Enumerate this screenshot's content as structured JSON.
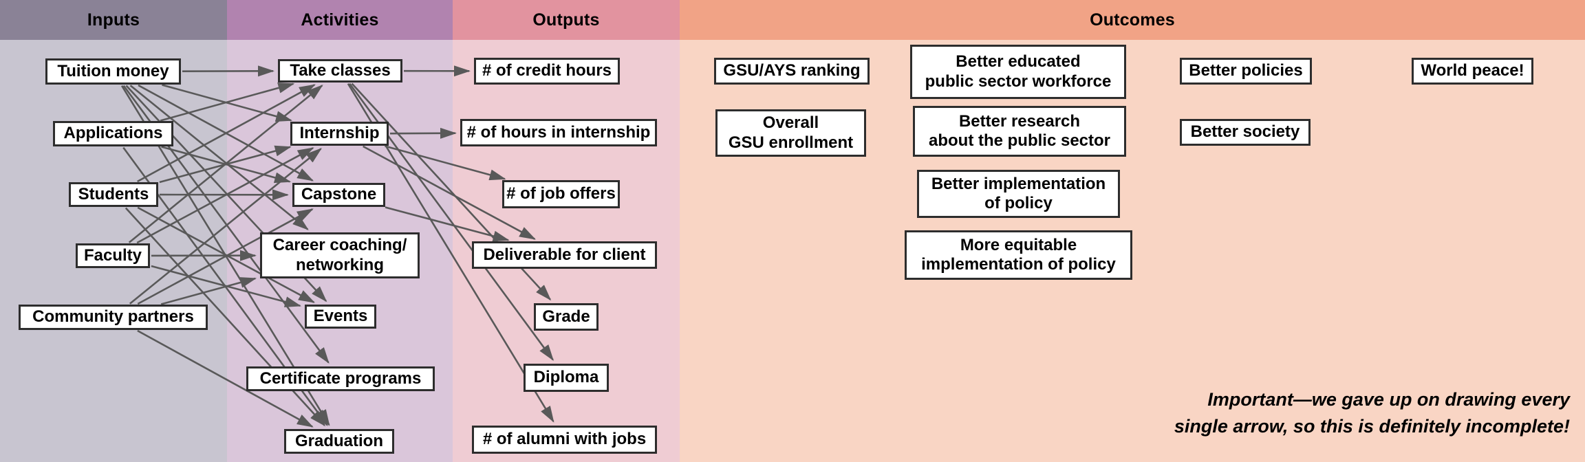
{
  "headers": [
    {
      "id": "inputs",
      "label": "Inputs"
    },
    {
      "id": "activities",
      "label": "Activities"
    },
    {
      "id": "outputs",
      "label": "Outputs"
    },
    {
      "id": "outcomes",
      "label": "Outcomes"
    }
  ],
  "nodes": [
    {
      "id": "tuition",
      "column": "inputs",
      "label": "Tuition money"
    },
    {
      "id": "applications",
      "column": "inputs",
      "label": "Applications"
    },
    {
      "id": "students",
      "column": "inputs",
      "label": "Students"
    },
    {
      "id": "faculty",
      "column": "inputs",
      "label": "Faculty"
    },
    {
      "id": "community",
      "column": "inputs",
      "label": "Community partners"
    },
    {
      "id": "take_classes",
      "column": "activities",
      "label": "Take classes"
    },
    {
      "id": "internship",
      "column": "activities",
      "label": "Internship"
    },
    {
      "id": "capstone",
      "column": "activities",
      "label": "Capstone"
    },
    {
      "id": "career",
      "column": "activities",
      "label": "Career coaching/\nnetworking"
    },
    {
      "id": "events",
      "column": "activities",
      "label": "Events"
    },
    {
      "id": "certificate",
      "column": "activities",
      "label": "Certificate programs"
    },
    {
      "id": "graduation",
      "column": "activities",
      "label": "Graduation"
    },
    {
      "id": "credit_hours",
      "column": "outputs",
      "label": "# of credit hours"
    },
    {
      "id": "hours_internship",
      "column": "outputs",
      "label": "# of hours in internship"
    },
    {
      "id": "job_offers",
      "column": "outputs",
      "label": "# of job offers"
    },
    {
      "id": "deliverable",
      "column": "outputs",
      "label": "Deliverable for client"
    },
    {
      "id": "grade",
      "column": "outputs",
      "label": "Grade"
    },
    {
      "id": "diploma",
      "column": "outputs",
      "label": "Diploma"
    },
    {
      "id": "alumni_jobs",
      "column": "outputs",
      "label": "# of alumni with jobs"
    },
    {
      "id": "gsu_ays",
      "column": "outcomes",
      "label": "GSU/AYS ranking"
    },
    {
      "id": "overall_enrollment",
      "column": "outcomes",
      "label": "Overall\nGSU enrollment"
    },
    {
      "id": "better_educated",
      "column": "outcomes",
      "label": "Better educated\npublic sector workforce"
    },
    {
      "id": "better_research",
      "column": "outcomes",
      "label": "Better research\nabout the public sector"
    },
    {
      "id": "better_implementation",
      "column": "outcomes",
      "label": "Better implementation\nof policy"
    },
    {
      "id": "more_equitable",
      "column": "outcomes",
      "label": "More equitable\nimplementation of policy"
    },
    {
      "id": "better_policies",
      "column": "outcomes",
      "label": "Better policies"
    },
    {
      "id": "better_society",
      "column": "outcomes",
      "label": "Better society"
    },
    {
      "id": "world_peace",
      "column": "outcomes",
      "label": "World peace!"
    }
  ],
  "edges": [
    {
      "from": "tuition",
      "to": "take_classes"
    },
    {
      "from": "tuition",
      "to": "internship"
    },
    {
      "from": "tuition",
      "to": "capstone"
    },
    {
      "from": "tuition",
      "to": "career"
    },
    {
      "from": "tuition",
      "to": "events"
    },
    {
      "from": "tuition",
      "to": "certificate"
    },
    {
      "from": "tuition",
      "to": "graduation"
    },
    {
      "from": "applications",
      "to": "take_classes"
    },
    {
      "from": "applications",
      "to": "capstone"
    },
    {
      "from": "applications",
      "to": "graduation"
    },
    {
      "from": "students",
      "to": "take_classes"
    },
    {
      "from": "students",
      "to": "internship"
    },
    {
      "from": "students",
      "to": "capstone"
    },
    {
      "from": "students",
      "to": "events"
    },
    {
      "from": "students",
      "to": "graduation"
    },
    {
      "from": "faculty",
      "to": "take_classes"
    },
    {
      "from": "faculty",
      "to": "internship"
    },
    {
      "from": "faculty",
      "to": "career"
    },
    {
      "from": "faculty",
      "to": "events"
    },
    {
      "from": "community",
      "to": "internship"
    },
    {
      "from": "community",
      "to": "capstone"
    },
    {
      "from": "community",
      "to": "career"
    },
    {
      "from": "community",
      "to": "graduation"
    },
    {
      "from": "take_classes",
      "to": "credit_hours"
    },
    {
      "from": "take_classes",
      "to": "grade"
    },
    {
      "from": "take_classes",
      "to": "diploma"
    },
    {
      "from": "take_classes",
      "to": "alumni_jobs"
    },
    {
      "from": "internship",
      "to": "hours_internship"
    },
    {
      "from": "internship",
      "to": "job_offers"
    },
    {
      "from": "internship",
      "to": "deliverable"
    },
    {
      "from": "capstone",
      "to": "deliverable"
    }
  ],
  "note": {
    "line1": "Important—we gave up on drawing every",
    "line2": "single arrow, so this is definitely incomplete!"
  },
  "colors": {
    "inputs_header": "#8a8296",
    "activities_header": "#b183af",
    "outputs_header": "#e2939f",
    "outcomes_header": "#f1a386",
    "inputs_body": "#c8c5d0",
    "activities_body": "#dac6da",
    "outputs_body": "#efccd3",
    "outcomes_body": "#f9d5c4",
    "arrow": "#595959",
    "box_border": "#2d2d2d",
    "box_fill": "#ffffff"
  }
}
